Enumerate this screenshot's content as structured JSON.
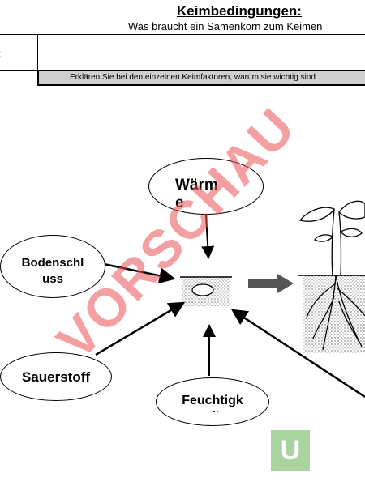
{
  "header": {
    "left_cell": ":",
    "title": "Keimbedingungen:",
    "subtitle": "Was braucht ein Samenkorn zum Keimen",
    "instruction": "Erklären Sie bei den einzelnen Keimfaktoren, warum sie wichtig sind"
  },
  "factors": {
    "waerme": "Wärm e",
    "boden": "Bodenschl uss",
    "sauerstoff": "Sauerstoff",
    "feuchtigkeit": "Feuchtigk eit"
  },
  "watermark": "VORSCHAU",
  "logo_letter": "U",
  "colors": {
    "watermark": "#eb5055",
    "logo_bg": "#a9d4a0",
    "instruction_bg": "#cfcfcf",
    "arrow_gray": "#555555"
  },
  "icons": [
    "seed-in-soil-icon",
    "seedling-plant-icon",
    "right-arrow-icon"
  ]
}
